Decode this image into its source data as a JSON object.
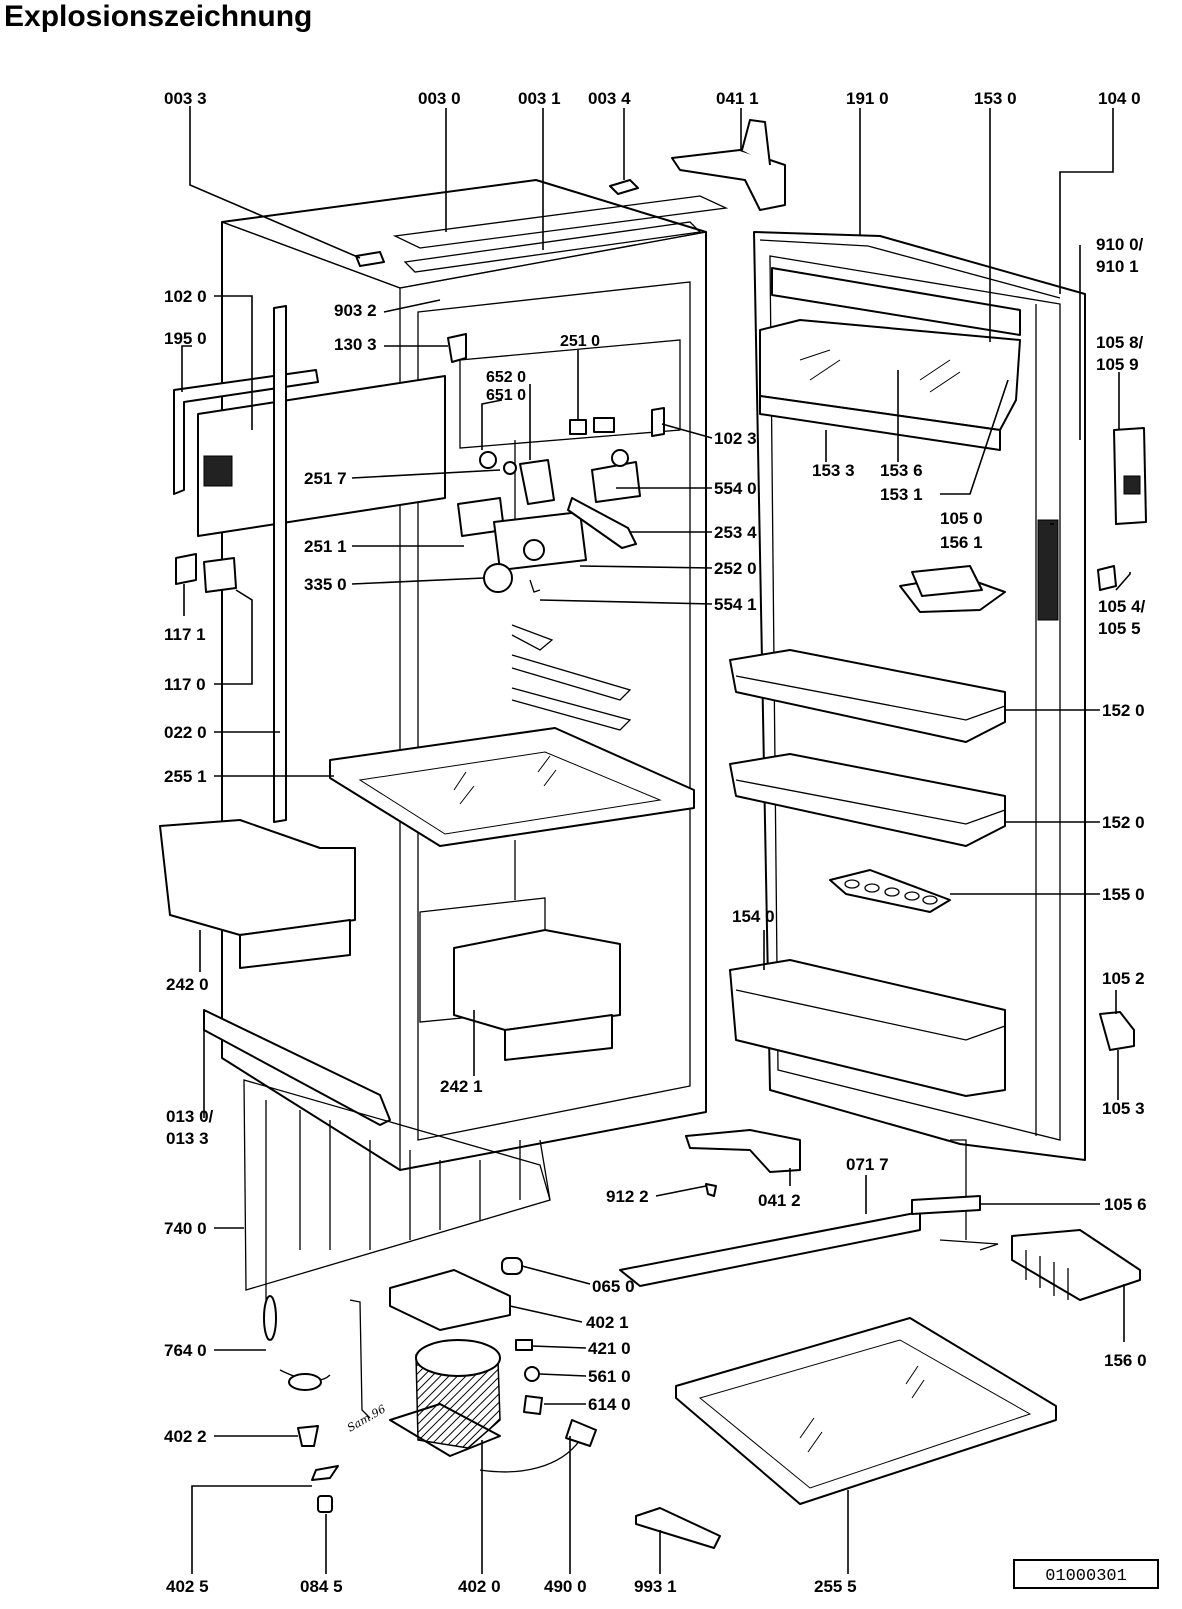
{
  "title": "Explosionszeichnung",
  "doc_number": "01000301",
  "signature": "Sam.96",
  "labels": {
    "p0033": "003 3",
    "p0030": "003 0",
    "p0031": "003 1",
    "p0034": "003 4",
    "p0411": "041 1",
    "p1910": "191 0",
    "p1530": "153 0",
    "p1040": "104 0",
    "p9100": "910 0/",
    "p9101": "910 1",
    "p1058": "105 8/",
    "p1059": "105 9",
    "p1020": "102 0",
    "p1950": "195 0",
    "p9032": "903 2",
    "p1303": "130 3",
    "p2510": "251 0",
    "p6520": "652 0",
    "p6510": "651 0",
    "p1023": "102 3",
    "p1533": "153 3",
    "p1536": "153 6",
    "p1531": "153 1",
    "p2517": "251 7",
    "p5540": "554 0",
    "p1050": "105 0",
    "p1561": "156 1",
    "p2511": "251 1",
    "p2534": "253 4",
    "p2520": "252 0",
    "p3350": "335 0",
    "p5541": "554 1",
    "p1054": "105 4/",
    "p1055": "105 5",
    "p1171": "117 1",
    "p1170": "117 0",
    "p0220": "022 0",
    "p2551": "255 1",
    "p1520a": "152 0",
    "p1520b": "152 0",
    "p1550": "155 0",
    "p1540": "154 0",
    "p2420": "242 0",
    "p2421": "242 1",
    "p1052": "105 2",
    "p0130": "013 0/",
    "p0133": "013 3",
    "p1053": "105 3",
    "p0717": "071 7",
    "p9122": "912 2",
    "p0412": "041 2",
    "p1056": "105 6",
    "p7400": "740 0",
    "p0650": "065 0",
    "p4021": "402 1",
    "p4210": "421 0",
    "p5610": "561 0",
    "p6140": "614 0",
    "p7640": "764 0",
    "p1560": "156 0",
    "p4022": "402 2",
    "p4025": "402 5",
    "p0845": "084 5",
    "p4020": "402 0",
    "p4900": "490 0",
    "p9931": "993 1",
    "p2555": "255 5"
  }
}
